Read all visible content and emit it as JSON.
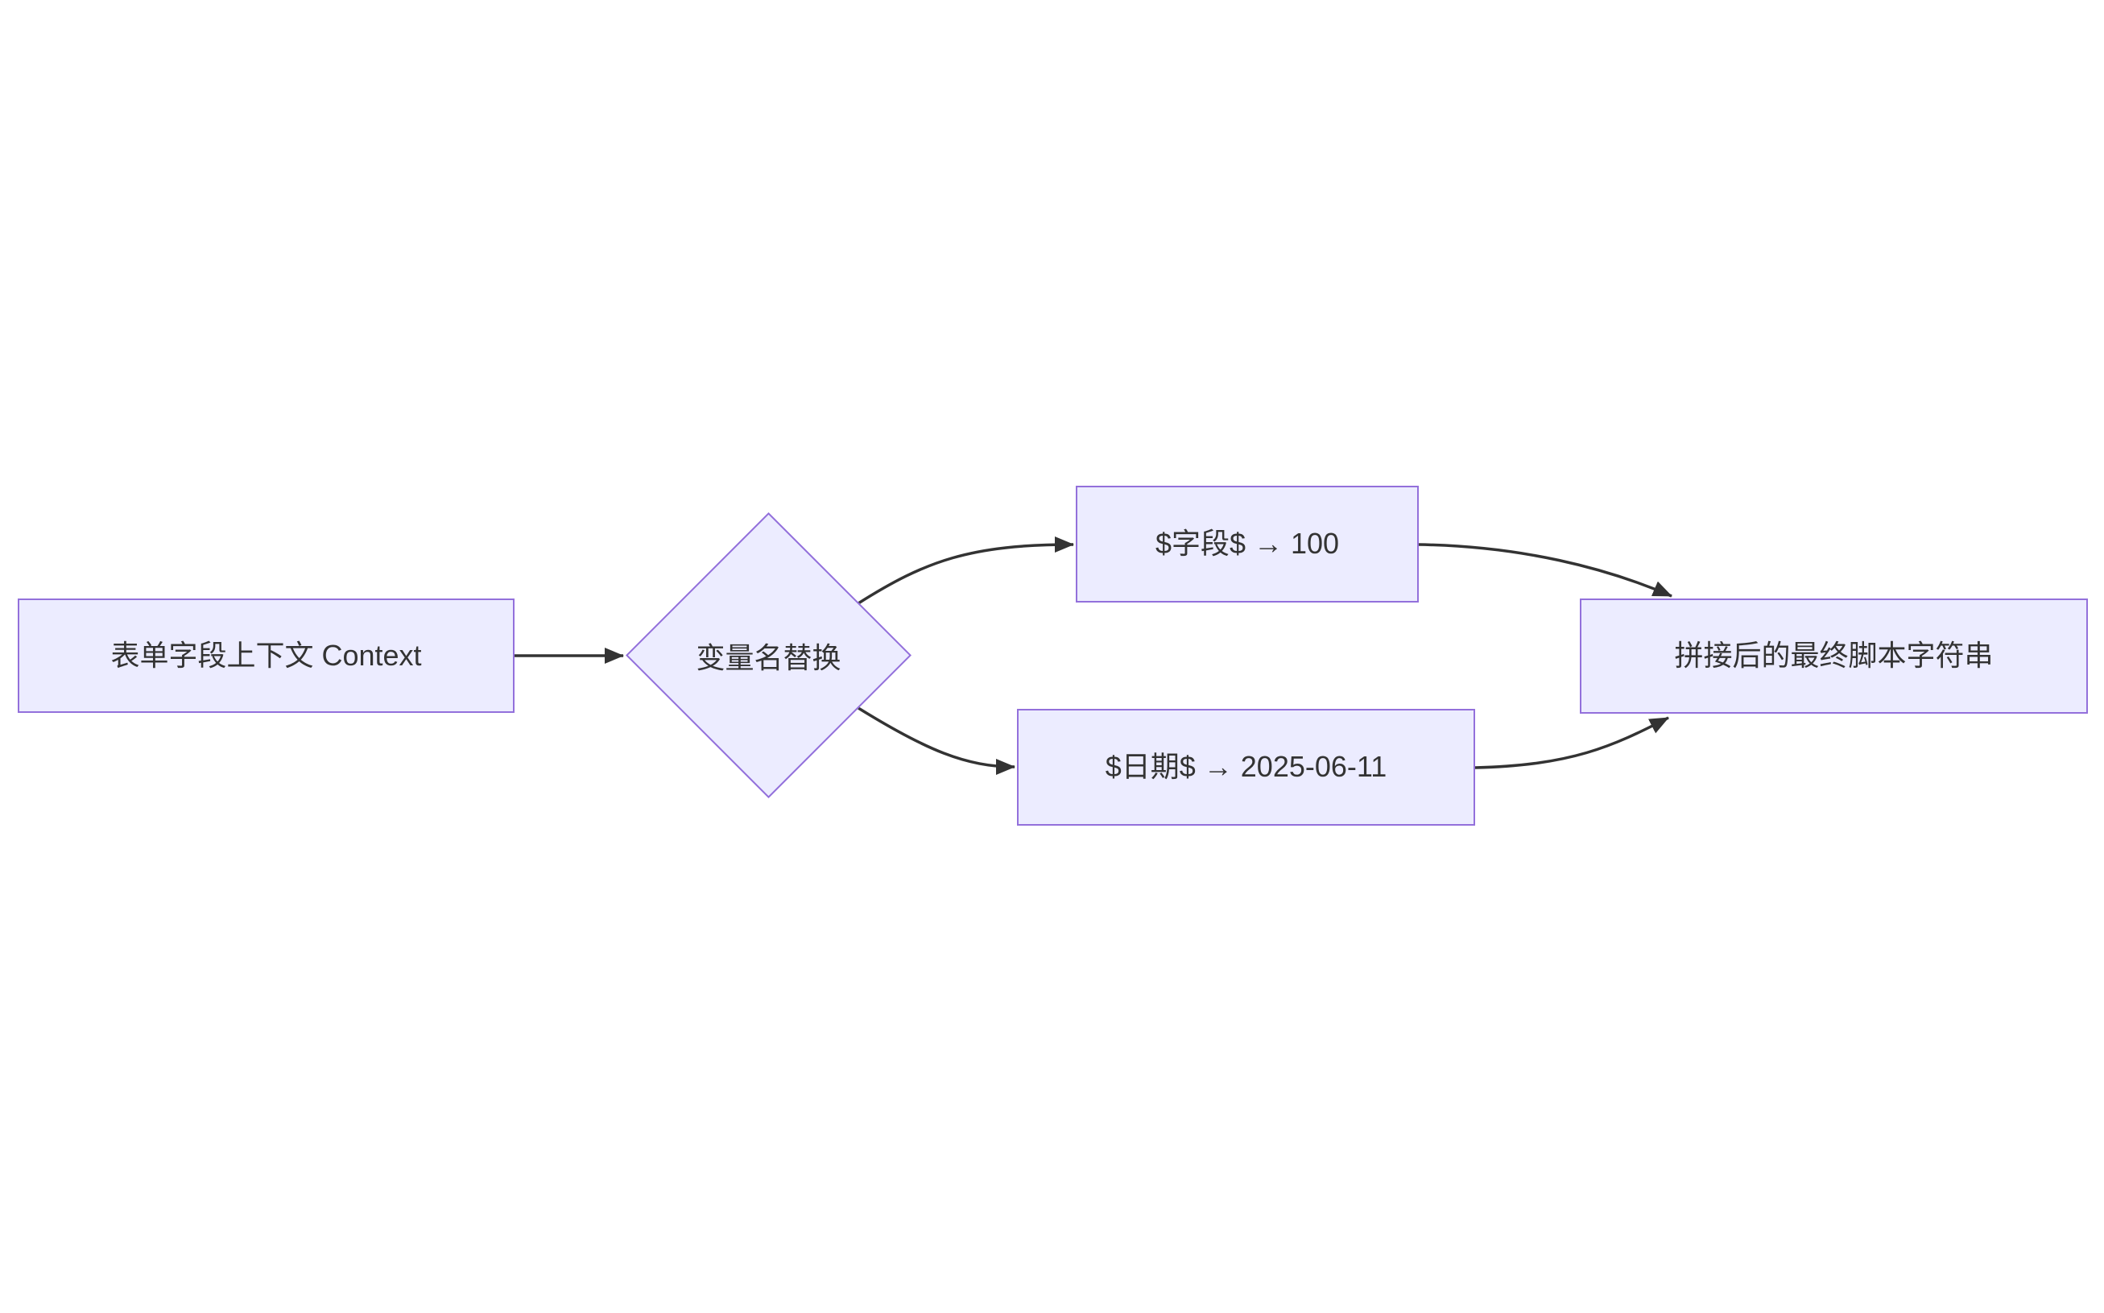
{
  "diagram": {
    "type": "flowchart",
    "direction": "left-to-right",
    "colors": {
      "background": "#FFFFFF",
      "node_fill": "#ECECFF",
      "node_border": "#9370DB",
      "text": "#333333",
      "edge": "#333333"
    },
    "nodes": {
      "context": {
        "label": "表单字段上下文 Context",
        "shape": "rectangle"
      },
      "replace": {
        "label": "变量名替换",
        "shape": "diamond"
      },
      "field": {
        "label": "$字段$ → 100",
        "shape": "rectangle"
      },
      "date": {
        "label": "$日期$ → 2025-06-11",
        "shape": "rectangle"
      },
      "result": {
        "label": "拼接后的最终脚本字符串",
        "shape": "rectangle"
      }
    },
    "edges": [
      {
        "from": "context",
        "to": "replace",
        "style": "arrow"
      },
      {
        "from": "replace",
        "to": "field",
        "style": "arrow"
      },
      {
        "from": "replace",
        "to": "date",
        "style": "arrow"
      },
      {
        "from": "field",
        "to": "result",
        "style": "arrow"
      },
      {
        "from": "date",
        "to": "result",
        "style": "arrow"
      }
    ]
  }
}
